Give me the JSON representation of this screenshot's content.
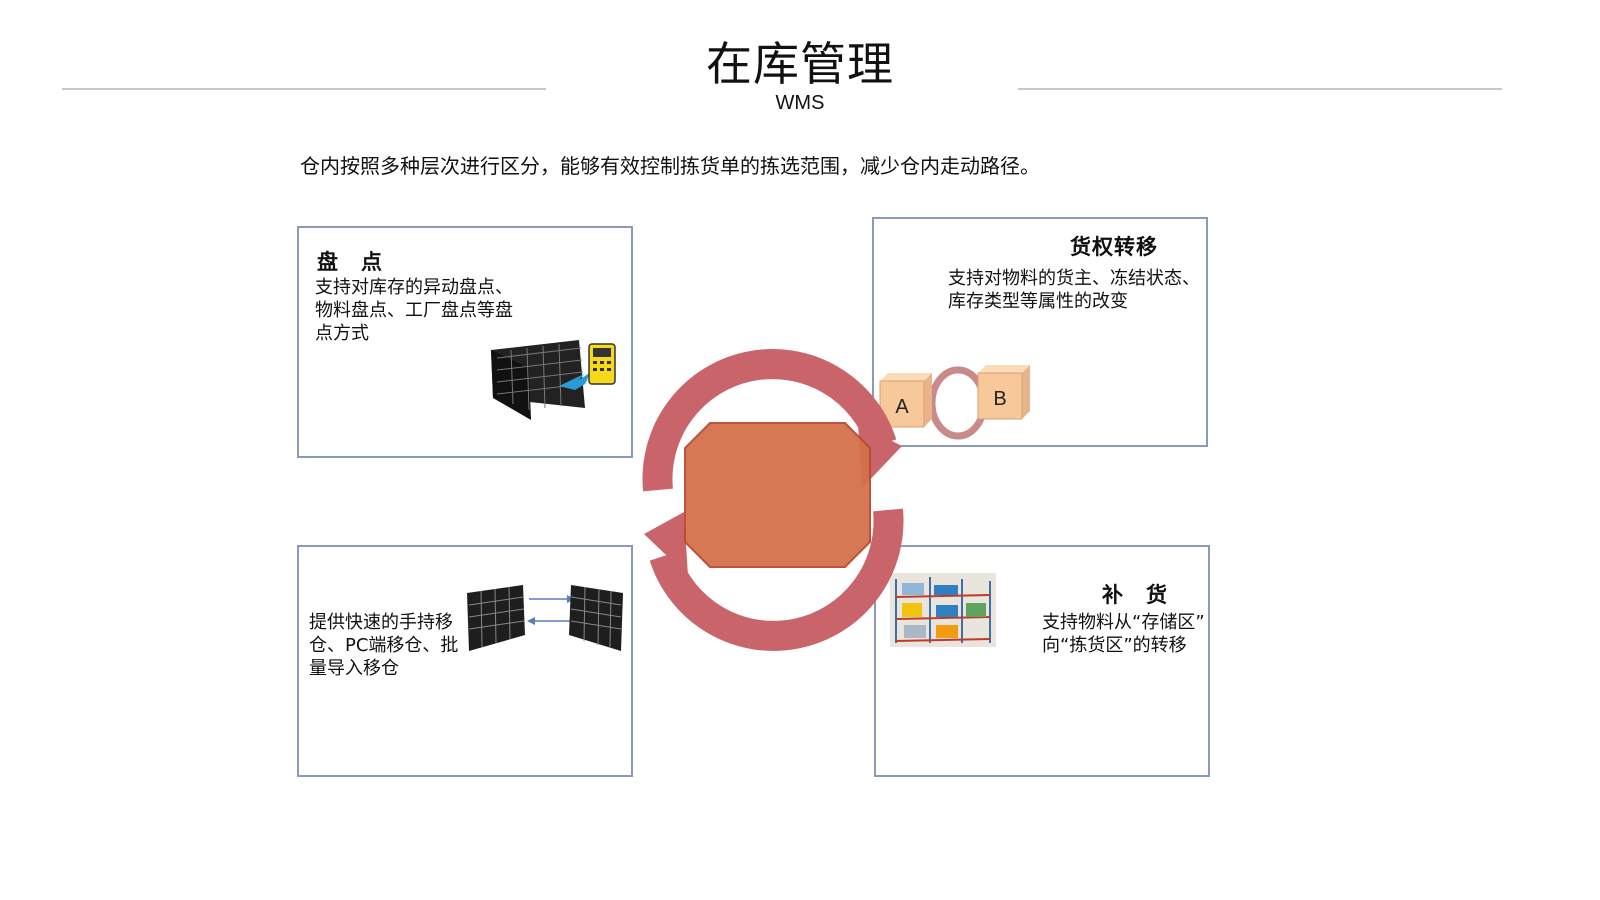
{
  "header": {
    "title": "在库管理",
    "subtitle": "WMS"
  },
  "intro": "仓内按照多种层次进行区分，能够有效控制拣货单的拣选范围，减少仓内走动路径。",
  "cards": {
    "inventory": {
      "title": "盘　点",
      "lines": [
        "支持对库存的异动盘点、",
        "物料盘点、工厂盘点等盘",
        "点方式"
      ]
    },
    "ownership": {
      "title": "货权转移",
      "lines": [
        "支持对物料的货主、冻结状态、",
        "库存类型等属性的改变"
      ],
      "box_a": "A",
      "box_b": "B"
    },
    "transfer": {
      "lines": [
        "提供快速的手持移",
        "仓、PC端移仓、批",
        "量导入移仓"
      ]
    },
    "replenish": {
      "title": "补　货",
      "lines": [
        "支持物料从“存储区”",
        "向“拣货区”的转移"
      ]
    }
  },
  "colors": {
    "card_border": "#8a9bb8",
    "cycle_arrow": "#c9646a",
    "center_fill": "#d4714a",
    "box_fill": "#f6c89a"
  },
  "icons": [
    "rack-scanner-icon",
    "ab-cycle-icon",
    "rack-transfer-icon",
    "warehouse-shelf-icon",
    "cycle-arrows-icon"
  ]
}
